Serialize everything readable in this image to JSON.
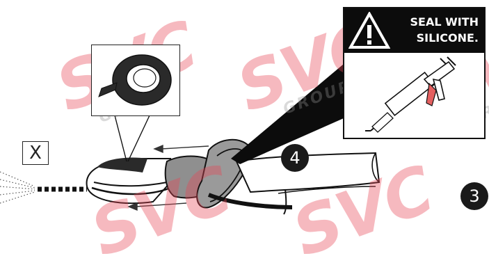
{
  "warning": {
    "line1": "SEAL WITH",
    "line2": "SILICONE.",
    "icon": "warning-triangle-icon"
  },
  "markers": {
    "x_label": "X",
    "step_4": "4",
    "step_3": "3"
  },
  "watermark": {
    "logo_text": "SVC",
    "sub_text": "GROUP"
  },
  "colors": {
    "watermark": "#e74656",
    "ink": "#1a1a1a",
    "tape": "#2a2a2a"
  }
}
